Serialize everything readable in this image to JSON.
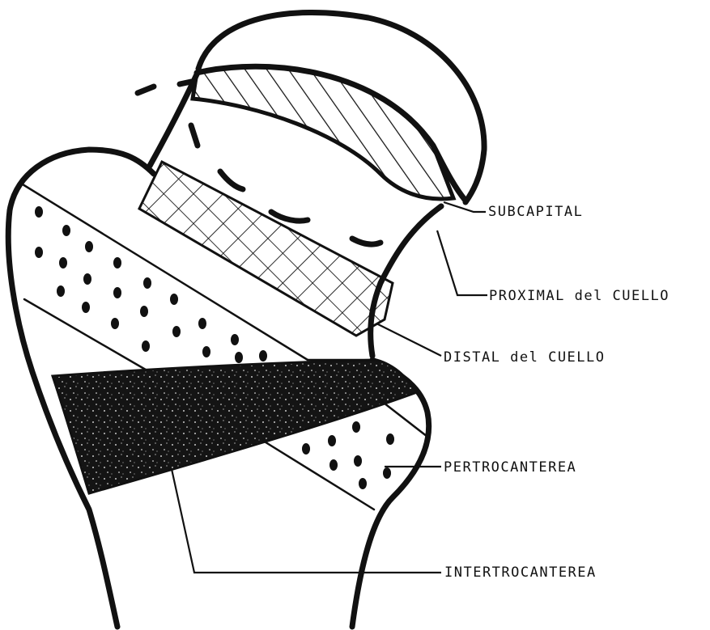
{
  "labels": {
    "subcapital": "SUBCAPITAL",
    "proximal": "PROXIMAL del CUELLO",
    "distal": "DISTAL del CUELLO",
    "pertrocanterea": "PERTROCANTEREA",
    "intertrocanterea": "INTERTROCANTEREA"
  },
  "colors": {
    "ink": "#111111",
    "paper": "#ffffff"
  }
}
